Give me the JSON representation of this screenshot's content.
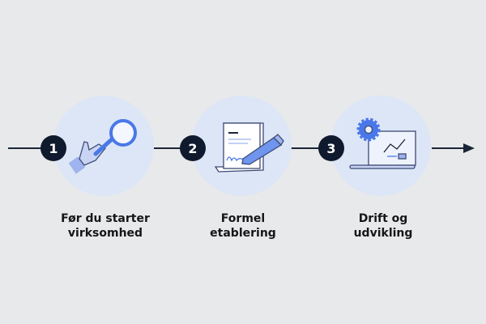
{
  "steps": [
    {
      "number": "1",
      "label_line1": "Før du starter",
      "label_line2": "virksomhed",
      "icon": "magnifier-hand-icon"
    },
    {
      "number": "2",
      "label_line1": "Formel",
      "label_line2": "etablering",
      "icon": "document-signing-icon"
    },
    {
      "number": "3",
      "label_line1": "Drift og",
      "label_line2": "udvikling",
      "icon": "laptop-gear-chart-icon"
    }
  ],
  "colors": {
    "background": "#e8e9ea",
    "halo": "#dde6f6",
    "badge": "#0f1a2e",
    "accent": "#4a78e8",
    "line": "#1b2538"
  }
}
